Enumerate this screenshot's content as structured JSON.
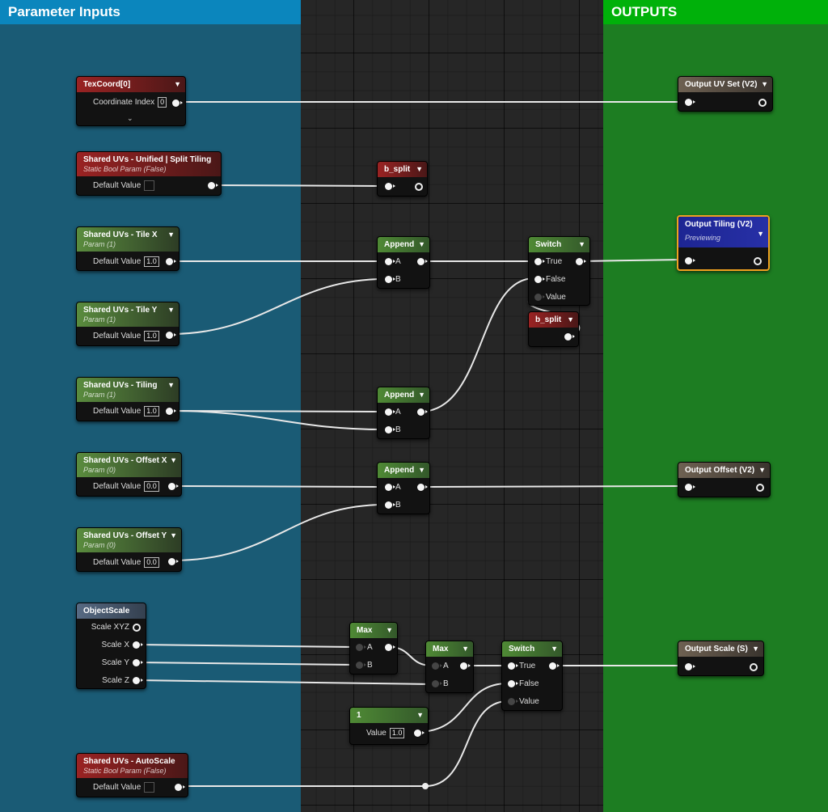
{
  "regions": {
    "params_title": "Parameter Inputs",
    "outputs_title": "OUTPUTS",
    "params_color": "#1a5b75",
    "outputs_color": "#1d7d22"
  },
  "nodes": {
    "texcoord": {
      "title": "TexCoord[0]",
      "pin_label": "Coordinate Index",
      "value": "0"
    },
    "split_tiling": {
      "title": "Shared UVs - Unified | Split Tiling",
      "subtitle": "Static Bool Param (False)",
      "pin_label": "Default Value"
    },
    "tile_x": {
      "title": "Shared UVs - Tile X",
      "subtitle": "Param (1)",
      "pin_label": "Default Value",
      "value": "1.0"
    },
    "tile_y": {
      "title": "Shared UVs - Tile Y",
      "subtitle": "Param (1)",
      "pin_label": "Default Value",
      "value": "1.0"
    },
    "tiling": {
      "title": "Shared UVs - Tiling",
      "subtitle": "Param (1)",
      "pin_label": "Default Value",
      "value": "1.0"
    },
    "offset_x": {
      "title": "Shared UVs - Offset X",
      "subtitle": "Param (0)",
      "pin_label": "Default Value",
      "value": "0.0"
    },
    "offset_y": {
      "title": "Shared UVs - Offset Y",
      "subtitle": "Param (0)",
      "pin_label": "Default Value",
      "value": "0.0"
    },
    "object_scale": {
      "title": "ObjectScale",
      "pins": [
        "Scale XYZ",
        "Scale X",
        "Scale Y",
        "Scale Z"
      ]
    },
    "autoscale": {
      "title": "Shared UVs - AutoScale",
      "subtitle": "Static Bool Param (False)",
      "pin_label": "Default Value"
    },
    "b_split_1": {
      "title": "b_split"
    },
    "append_1": {
      "title": "Append",
      "pins": [
        "A",
        "B"
      ]
    },
    "append_2": {
      "title": "Append",
      "pins": [
        "A",
        "B"
      ]
    },
    "append_3": {
      "title": "Append",
      "pins": [
        "A",
        "B"
      ]
    },
    "switch_1": {
      "title": "Switch",
      "pins": [
        "True",
        "False",
        "Value"
      ]
    },
    "b_split_2": {
      "title": "b_split"
    },
    "max_1": {
      "title": "Max",
      "pins": [
        "A",
        "B"
      ]
    },
    "max_2": {
      "title": "Max",
      "pins": [
        "A",
        "B"
      ]
    },
    "switch_2": {
      "title": "Switch",
      "pins": [
        "True",
        "False",
        "Value"
      ]
    },
    "const_1": {
      "title": "1",
      "pin_label": "Value",
      "value": "1.0"
    },
    "out_uv": {
      "title": "Output UV Set (V2)"
    },
    "out_tiling": {
      "title": "Output Tiling (V2)",
      "subtitle": "Previewing"
    },
    "out_offset": {
      "title": "Output Offset (V2)"
    },
    "out_scale": {
      "title": "Output Scale (S)"
    }
  }
}
